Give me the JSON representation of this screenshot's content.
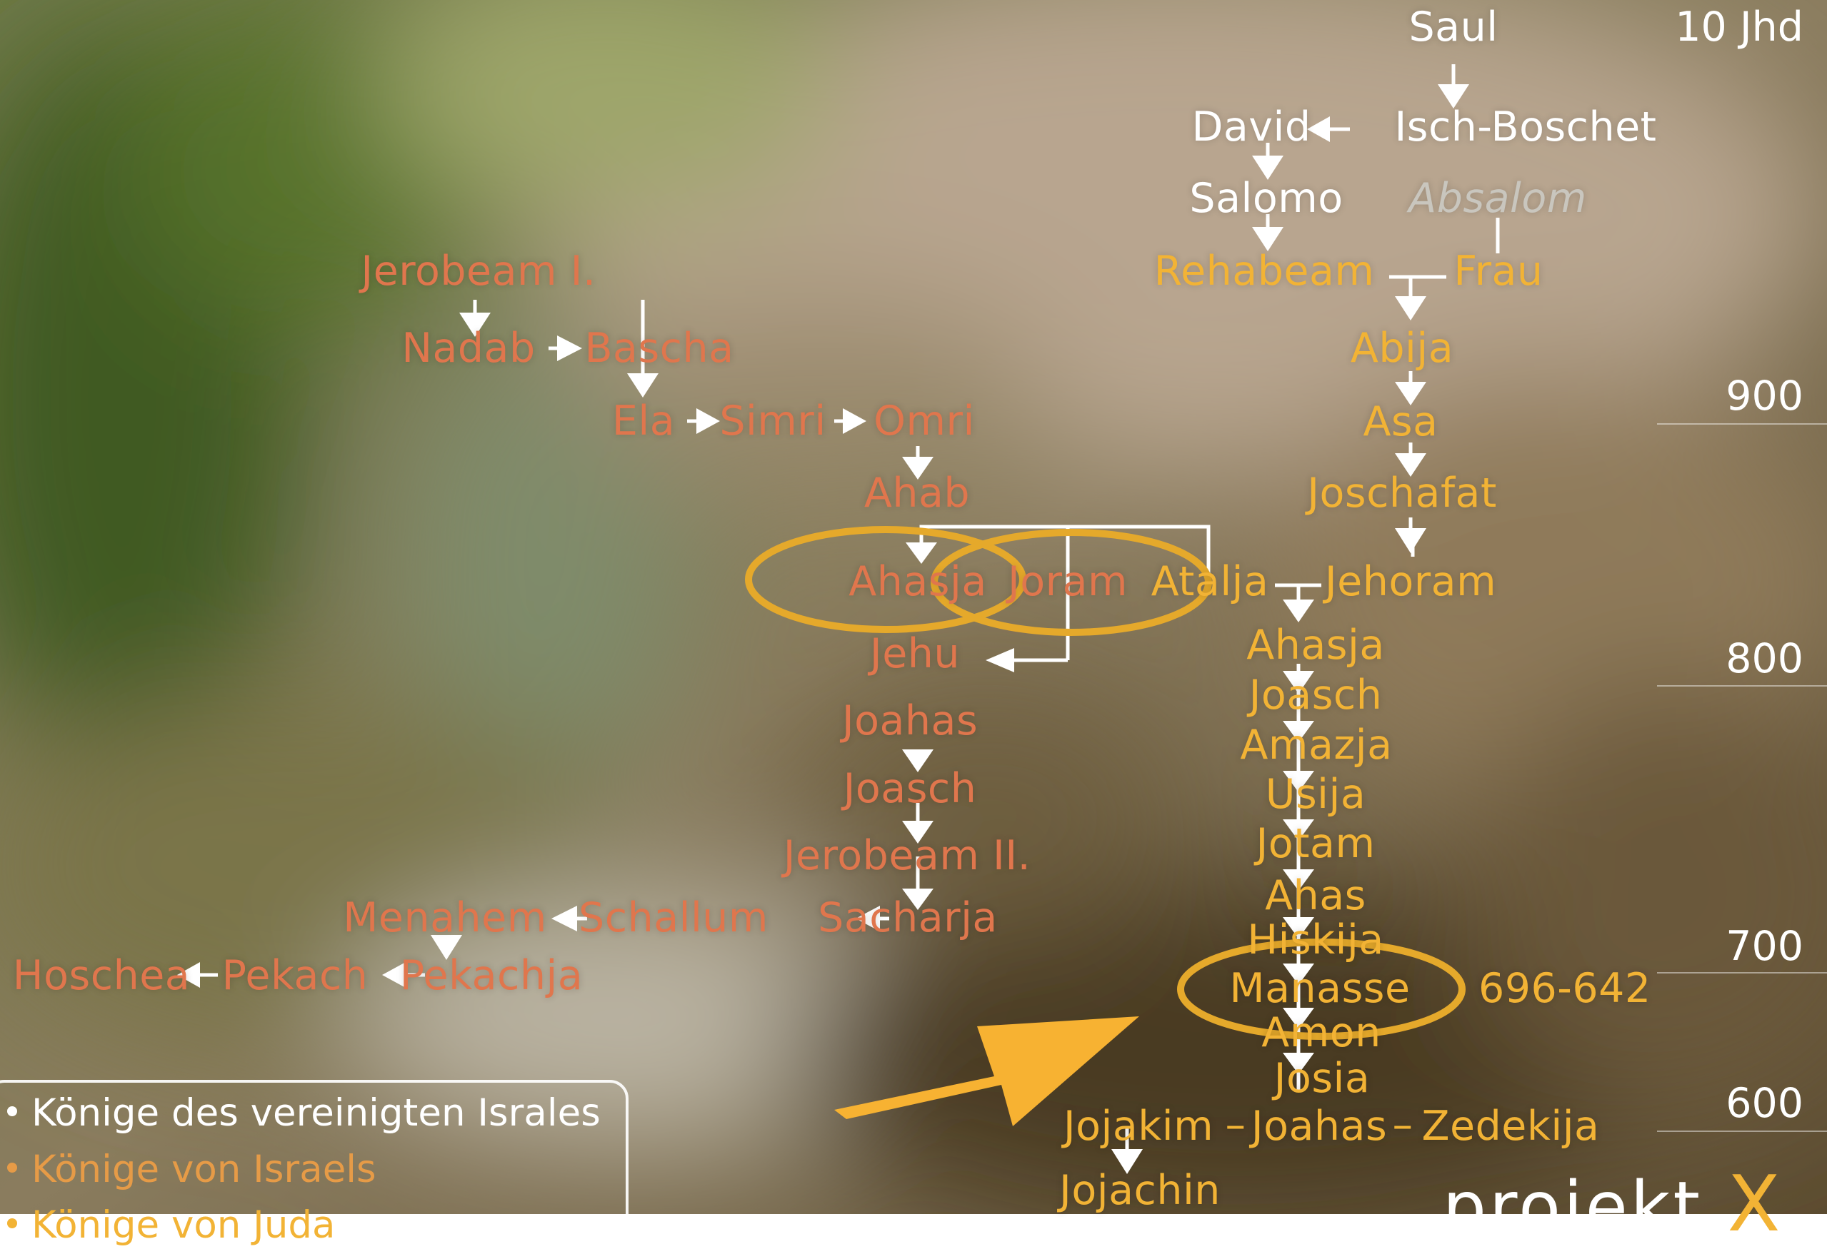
{
  "colors": {
    "united": "#ffffff",
    "israel": "#e0764d",
    "judah": "#f2b335",
    "highlight": "#e5a92b",
    "arrow_big": "#f7b232"
  },
  "diagram": {
    "united_kings": {
      "saul": "Saul",
      "isch_boschet": "Isch-Boschet",
      "david": "David",
      "salomo": "Salomo",
      "absalom": "Absalom"
    },
    "israel_kings": {
      "jerobeam1": "Jerobeam I.",
      "nadab": "Nadab",
      "bascha": "Bascha",
      "ela": "Ela",
      "simri": "Simri",
      "omri": "Omri",
      "ahab": "Ahab",
      "ahasja": "Ahasja",
      "joram": "Joram",
      "jehu": "Jehu",
      "joahas": "Joahas",
      "joasch": "Joasch",
      "jerobeam2": "Jerobeam II.",
      "sacharja": "Sacharja",
      "schallum": "Schallum",
      "menahem": "Menahem",
      "pekachja": "Pekachja",
      "pekach": "Pekach",
      "hoschea": "Hoschea"
    },
    "judah_kings": {
      "rehabeam": "Rehabeam",
      "frau": "Frau",
      "abija": "Abija",
      "asa": "Asa",
      "joschafat": "Joschafat",
      "atalja": "Atalja",
      "jehoram": "Jehoram",
      "ahasja": "Ahasja",
      "joasch": "Joasch",
      "amazja": "Amazja",
      "usija": "Usija",
      "jotam": "Jotam",
      "ahas": "Ahas",
      "hiskija": "Hiskija",
      "manasse": "Manasse",
      "amon": "Amon",
      "josia": "Josia",
      "jojakim": "Jojakim",
      "joahas": "Joahas",
      "zedekija": "Zedekija",
      "jojachin": "Jojachin"
    },
    "manasse_years": "696-642",
    "dash": "–"
  },
  "timeline": {
    "jhd": "10 Jhd",
    "c900": "900",
    "c800": "800",
    "c700": "700",
    "c600": "600"
  },
  "legend": {
    "united": "Könige des vereinigten Israles",
    "israel": "Könige von Israels",
    "judah": "Könige von Juda"
  },
  "brand": {
    "text": "projekt",
    "mark": "X"
  }
}
